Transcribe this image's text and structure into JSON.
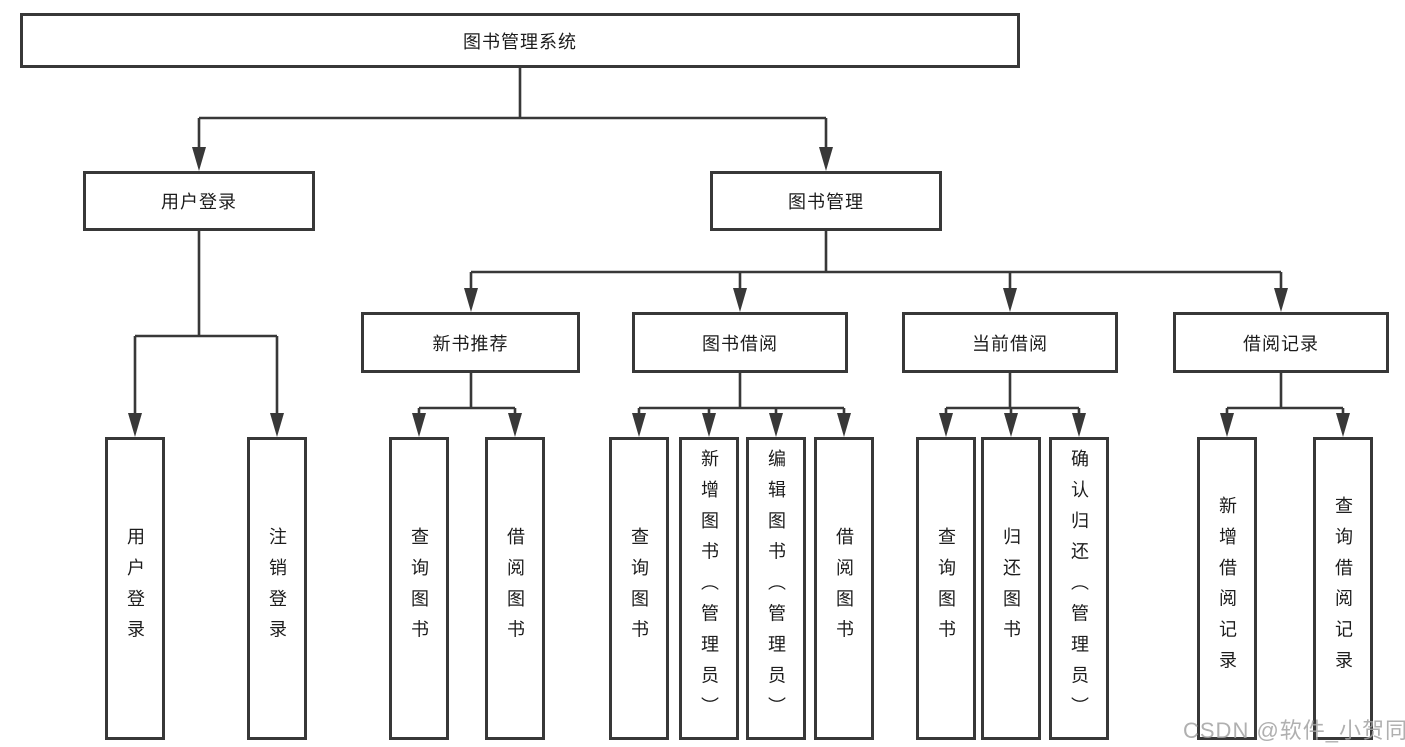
{
  "diagram": {
    "root": {
      "label": "图书管理系统"
    },
    "branches": [
      {
        "label": "用户登录",
        "children": [
          {
            "label": "用户登录"
          },
          {
            "label": "注销登录"
          }
        ]
      },
      {
        "label": "图书管理",
        "children": [
          {
            "label": "新书推荐",
            "children": [
              {
                "label": "查询图书"
              },
              {
                "label": "借阅图书"
              }
            ]
          },
          {
            "label": "图书借阅",
            "children": [
              {
                "label": "查询图书"
              },
              {
                "label": "新增图书（管理员）"
              },
              {
                "label": "编辑图书（管理员）"
              },
              {
                "label": "借阅图书"
              }
            ]
          },
          {
            "label": "当前借阅",
            "children": [
              {
                "label": "查询图书"
              },
              {
                "label": "归还图书"
              },
              {
                "label": "确认归还（管理员）"
              }
            ]
          },
          {
            "label": "借阅记录",
            "children": [
              {
                "label": "新增借阅记录"
              },
              {
                "label": "查询借阅记录"
              }
            ]
          }
        ]
      }
    ]
  },
  "watermark": {
    "text": "CSDN @软件_小贺同学"
  },
  "colors": {
    "line": "#383838",
    "text": "#1c1c1c",
    "watermark": "#a3a3a3",
    "background": "#ffffff"
  }
}
